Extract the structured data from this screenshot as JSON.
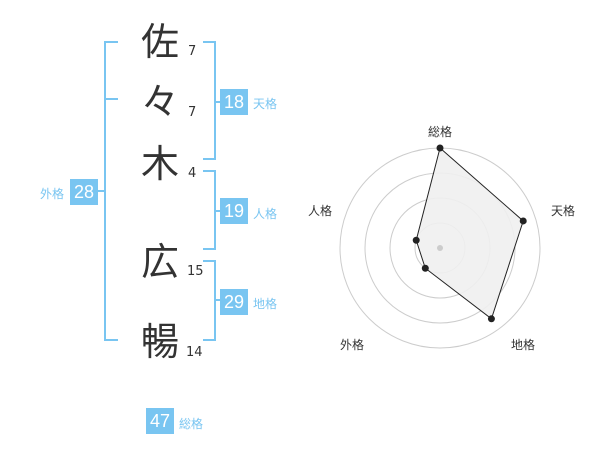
{
  "name_chars": [
    {
      "char": "佐",
      "strokes": "7"
    },
    {
      "char": "々",
      "strokes": "7"
    },
    {
      "char": "木",
      "strokes": "4"
    },
    {
      "char": "広",
      "strokes": "15"
    },
    {
      "char": "暢",
      "strokes": "14"
    }
  ],
  "fortune": {
    "tenkaku": {
      "value": "18",
      "label": "天格"
    },
    "jinkaku": {
      "value": "19",
      "label": "人格"
    },
    "chikaku": {
      "value": "29",
      "label": "地格"
    },
    "gaikaku": {
      "value": "28",
      "label": "外格"
    },
    "soukaku": {
      "value": "47",
      "label": "総格"
    }
  },
  "colors": {
    "accent": "#79c5f1",
    "text": "#333333",
    "grid": "#cccccc",
    "fill": "#efefef"
  },
  "chart_data": {
    "type": "radar",
    "axes": [
      "総格",
      "天格",
      "地格",
      "外格",
      "人格"
    ],
    "rings": 4,
    "scale_max": 4,
    "values": [
      4,
      3.5,
      3.5,
      1,
      1
    ],
    "grid": true
  }
}
